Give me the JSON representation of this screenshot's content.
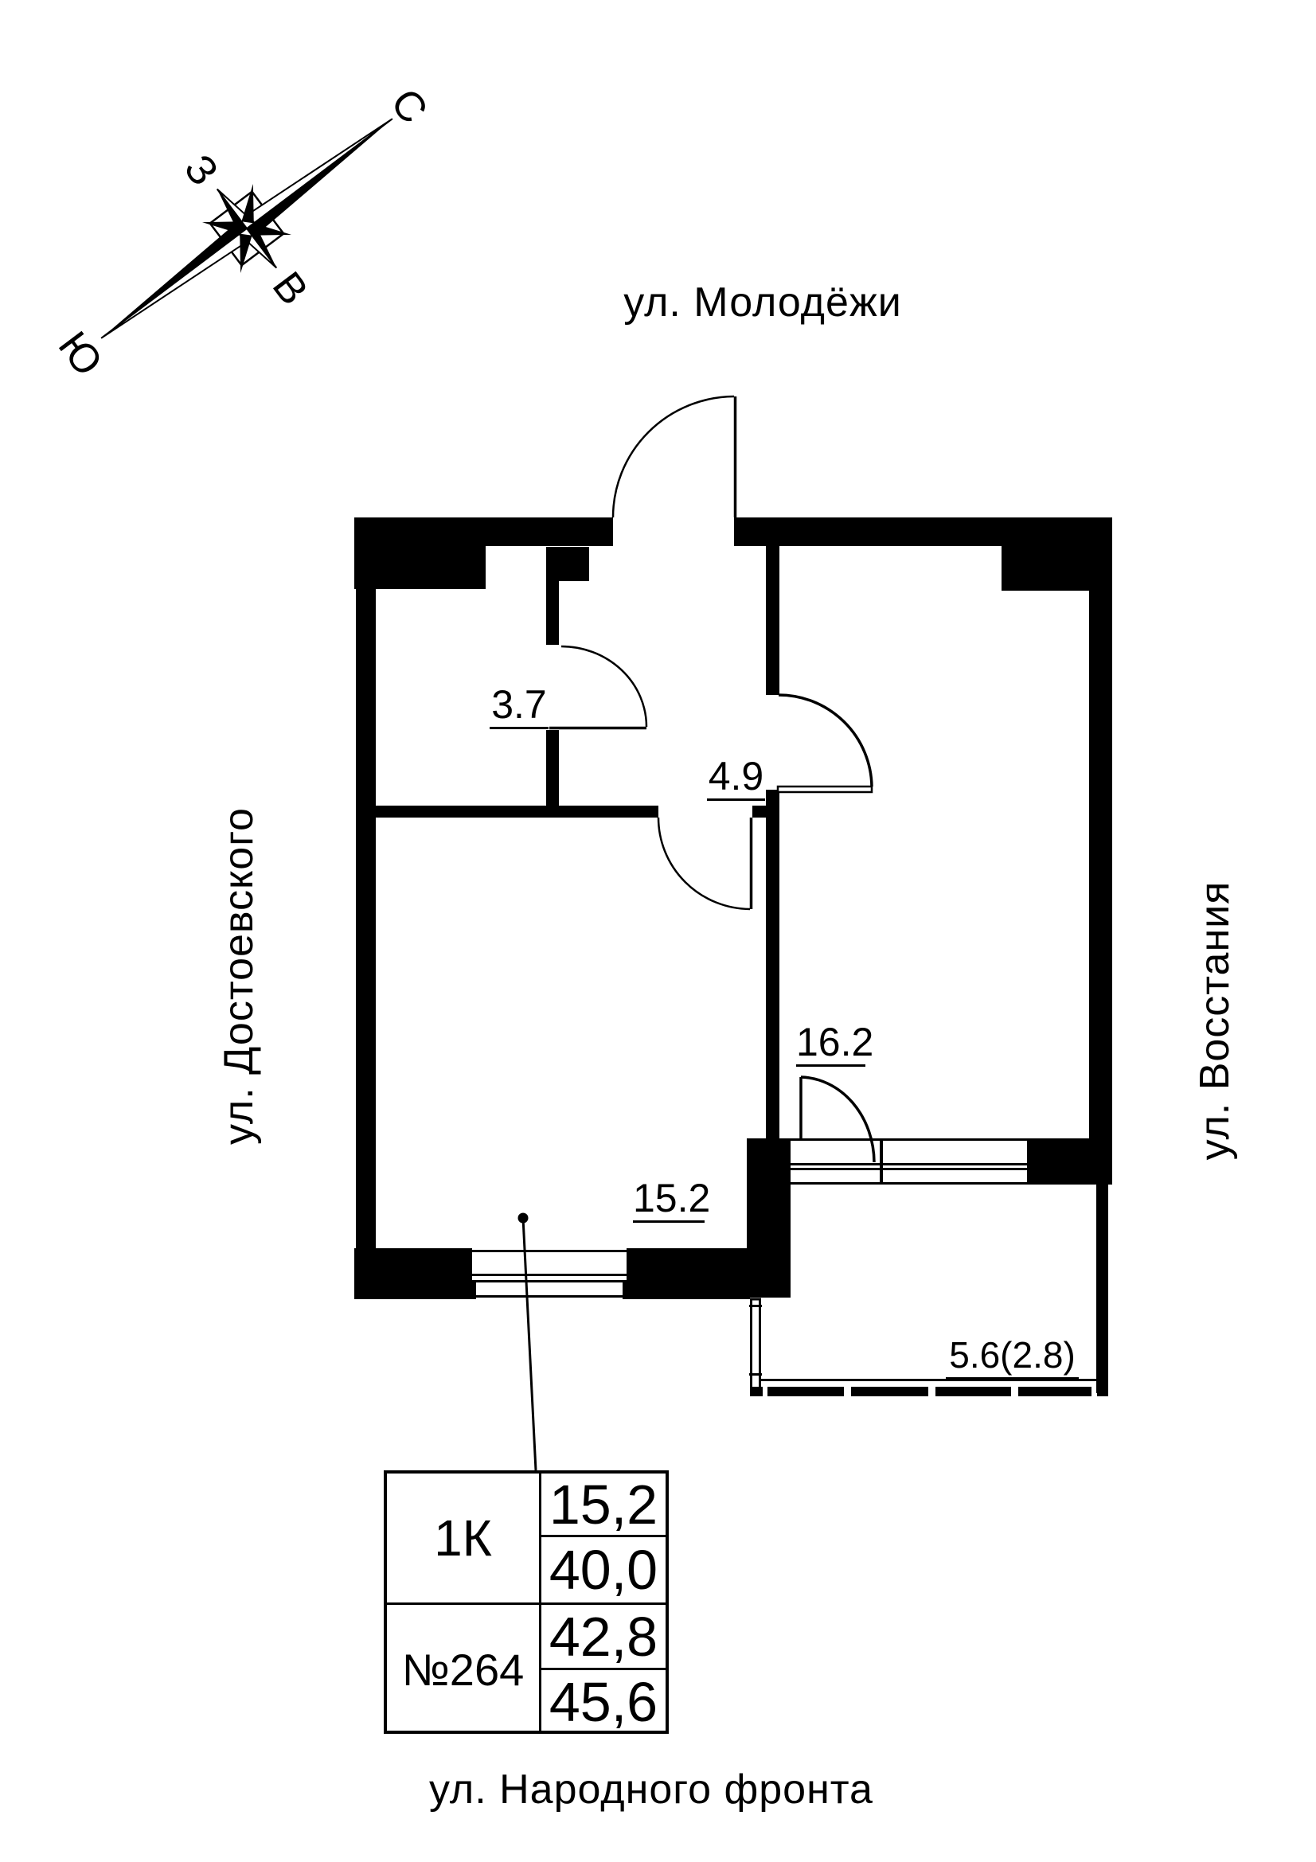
{
  "colors": {
    "ink": "#000000",
    "background": "#ffffff"
  },
  "streets": {
    "top": "ул. Молодёжи",
    "left": "ул. Достоевского",
    "right": "ул. Восстания",
    "bottom": "ул. Народного фронта"
  },
  "compass": {
    "north": "С",
    "south": "Ю",
    "west": "З",
    "east": "В"
  },
  "rooms": [
    {
      "area": "3.7"
    },
    {
      "area": "4.9"
    },
    {
      "area": "16.2"
    },
    {
      "area": "15.2"
    },
    {
      "area": "5.6(2.8)"
    }
  ],
  "info_table": {
    "type": "1К",
    "number": "№264",
    "values": [
      "15,2",
      "40,0",
      "42,8",
      "45,6"
    ]
  }
}
